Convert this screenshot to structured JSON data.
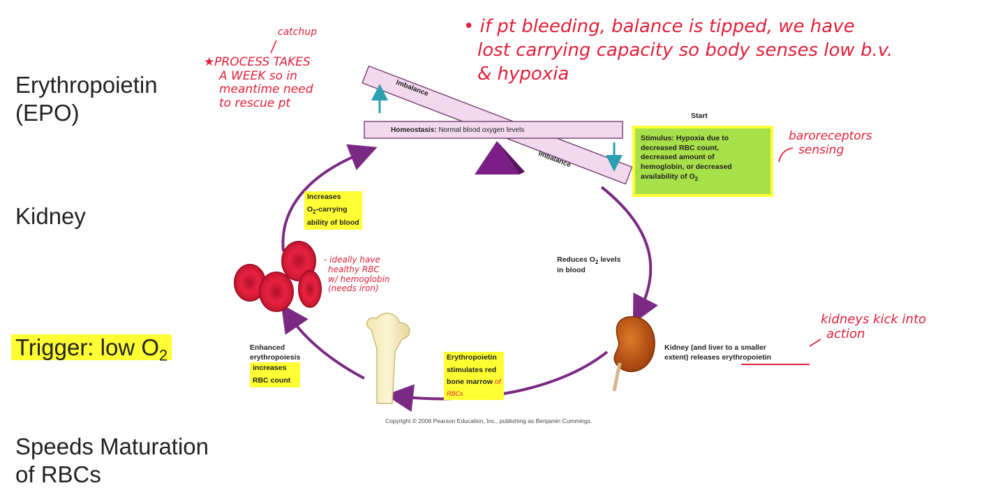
{
  "left_labels": {
    "epo_line1": "Erythropoietin",
    "epo_line2": "(EPO)",
    "kidney": "Kidney",
    "trigger_text": "Trigger: low O",
    "trigger_sub": "2",
    "speeds_line1": "Speeds Maturation",
    "speeds_line2": "of RBCs"
  },
  "diagram": {
    "homeostasis_label": "Homeostasis:",
    "homeostasis_text": "Normal blood oxygen levels",
    "imbalance_top": "Imbalance",
    "imbalance_bottom": "Imbalance",
    "start": "Start",
    "stimulus_l1": "Stimulus: Hypoxia due to",
    "stimulus_l2": "decreased RBC count,",
    "stimulus_l3": "decreased amount of",
    "stimulus_l4": "hemoglobin, or decreased",
    "stimulus_l5": "availability of O",
    "stimulus_sub": "2",
    "reduces_l1": "Reduces O",
    "reduces_sub": "2",
    "reduces_l1b": " levels",
    "reduces_l2": "in blood",
    "kidney_l1": "Kidney (and liver to a smaller",
    "kidney_l2": "extent) releases ",
    "kidney_l2_epo": "erythropoietin",
    "epo_stim_l1": "Erythropoietin",
    "epo_stim_l2": "stimulates red",
    "epo_stim_l3": "bone marrow",
    "enhanced_l1": "Enhanced",
    "enhanced_l2": "erythropoiesis",
    "enhanced_l3": "increases",
    "enhanced_l4": "RBC count",
    "increases_l1": "Increases",
    "increases_l2a": "O",
    "increases_sub": "2",
    "increases_l2b": "-carrying",
    "increases_l3": "ability of blood",
    "copyright": "Copyright © 2006 Pearson Education, Inc., publishing as Benjamin Cummings."
  },
  "annotations": {
    "catchup": "catchup",
    "process_l1": "★PROCESS TAKES",
    "process_l2": "A WEEK so in",
    "process_l3": "meantime need",
    "process_l4": "to rescue pt",
    "bleeding_l1": "• if  pt  bleeding, balance  is  tipped,  we  have",
    "bleeding_l2": "lost carrying  capacity  so  body  senses  low b.v.",
    "bleeding_l3": "& hypoxia",
    "baro_l1": "baroreceptors",
    "baro_l2": "sensing",
    "kidneys_l1": "kidneys kick into",
    "kidneys_l2": "action",
    "rbc_l1": "- ideally have",
    "rbc_l2": "healthy RBC",
    "rbc_l3": "w/ hemoglobin",
    "rbc_l4": "(needs iron)",
    "marrow_note": "of",
    "marrow_note2": "RBCs"
  },
  "colors": {
    "highlight": "#ffff33",
    "beam_fill": "#f3d9ee",
    "beam_stroke": "#7a4a78",
    "fulcrum": "#7b1f86",
    "cycle_arrow": "#7b2a83",
    "teal_arrow": "#2aa0b0",
    "stimulus_box": "#a8e04a",
    "annotation_red": "#e0203a"
  }
}
